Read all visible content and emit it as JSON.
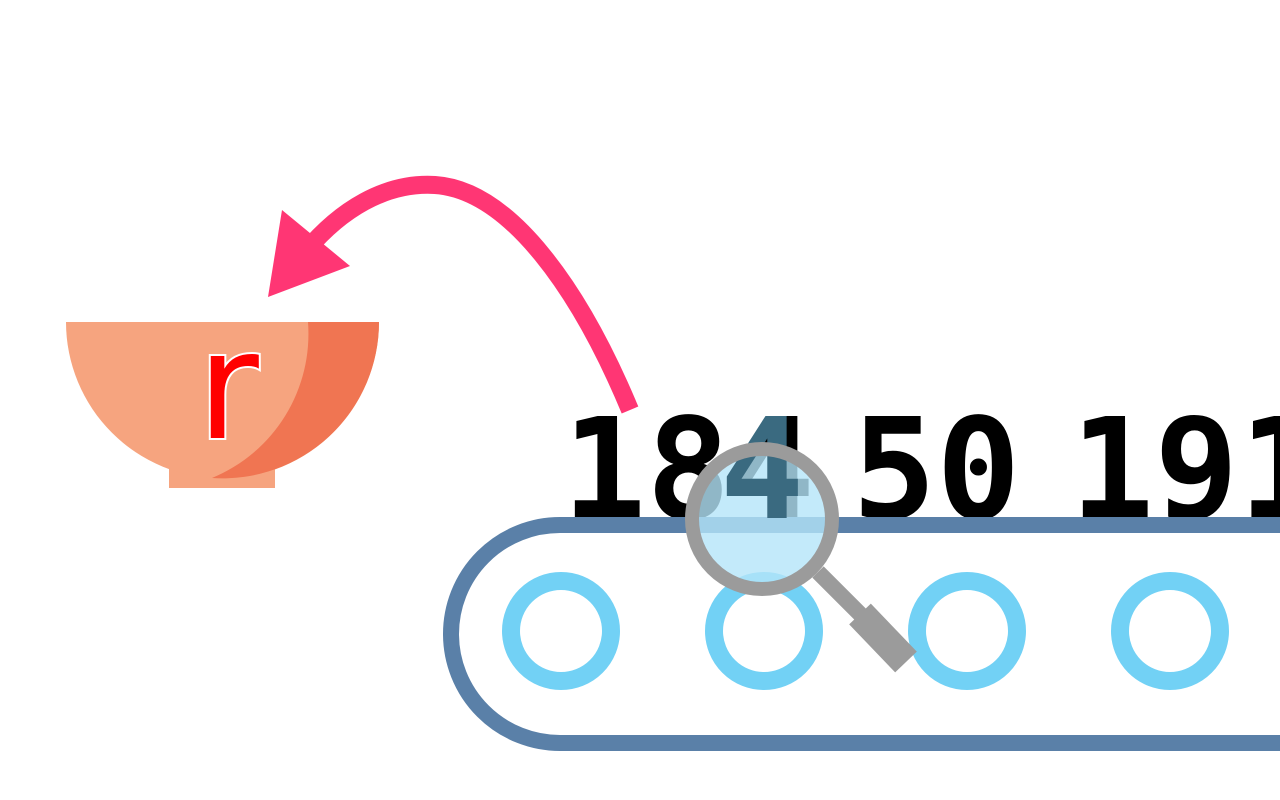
{
  "bowl": {
    "letter": "r",
    "color_light": "#F6A47F",
    "color_dark": "#F07552",
    "letter_color": "#FF0000"
  },
  "arrow": {
    "color": "#FF3674"
  },
  "sequence": {
    "numbers": [
      "184",
      "50",
      "191"
    ]
  },
  "conveyor": {
    "belt_color": "#5A80A8",
    "roller_color": "#72D1F5",
    "roller_count": 4
  },
  "magnifier": {
    "frame_color": "#9B9B9B",
    "lens_color": "#B4E5F9",
    "highlighted_character": "4"
  }
}
